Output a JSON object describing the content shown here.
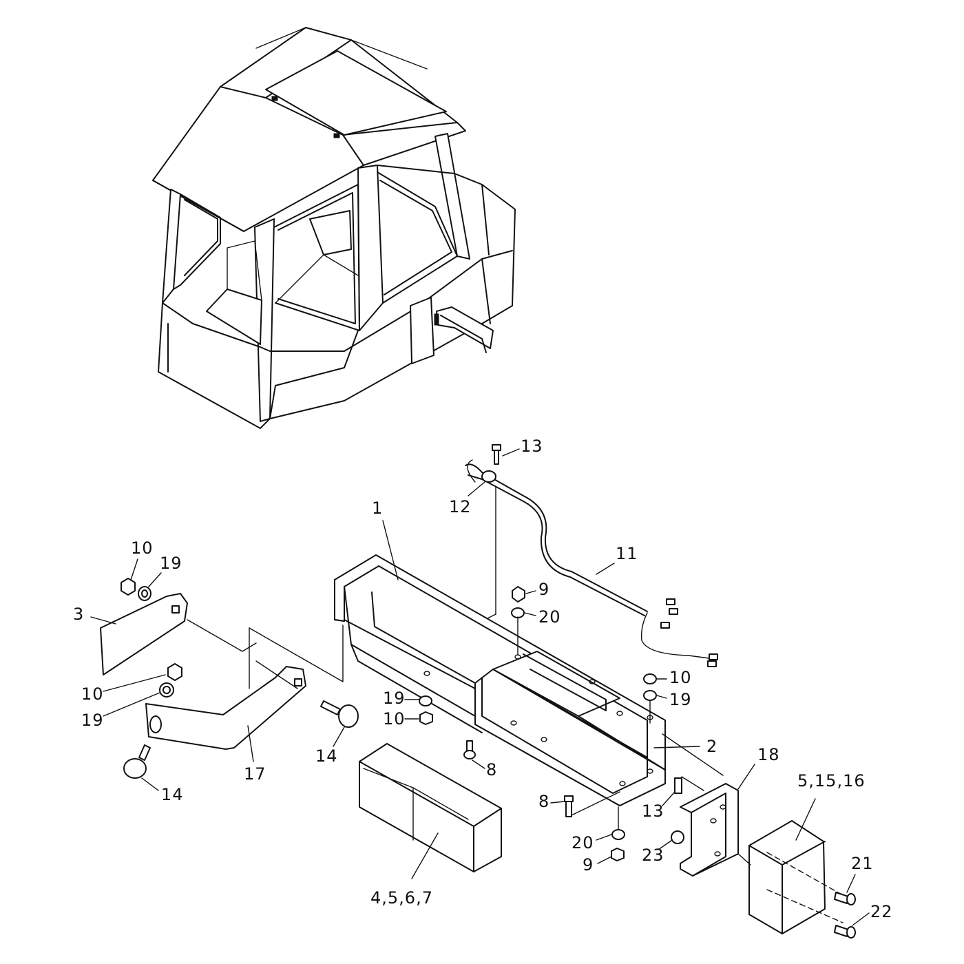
{
  "callouts": {
    "c1": "1",
    "c2": "2",
    "c3": "3",
    "c4567": "4,5,6,7",
    "c51516": "5,15,16",
    "c8a": "8",
    "c8b": "8",
    "c9a": "9",
    "c9b": "9",
    "c10a": "10",
    "c10b": "10",
    "c10c": "10",
    "c10d": "10",
    "c11": "11",
    "c12": "12",
    "c13a": "13",
    "c13b": "13",
    "c14a": "14",
    "c14b": "14",
    "c17": "17",
    "c18": "18",
    "c19a": "19",
    "c19b": "19",
    "c19c": "19",
    "c19d": "19",
    "c20a": "20",
    "c20b": "20",
    "c21": "21",
    "c22": "22",
    "c23": "23"
  },
  "colors": {
    "line": "#111111",
    "background": "#ffffff"
  }
}
